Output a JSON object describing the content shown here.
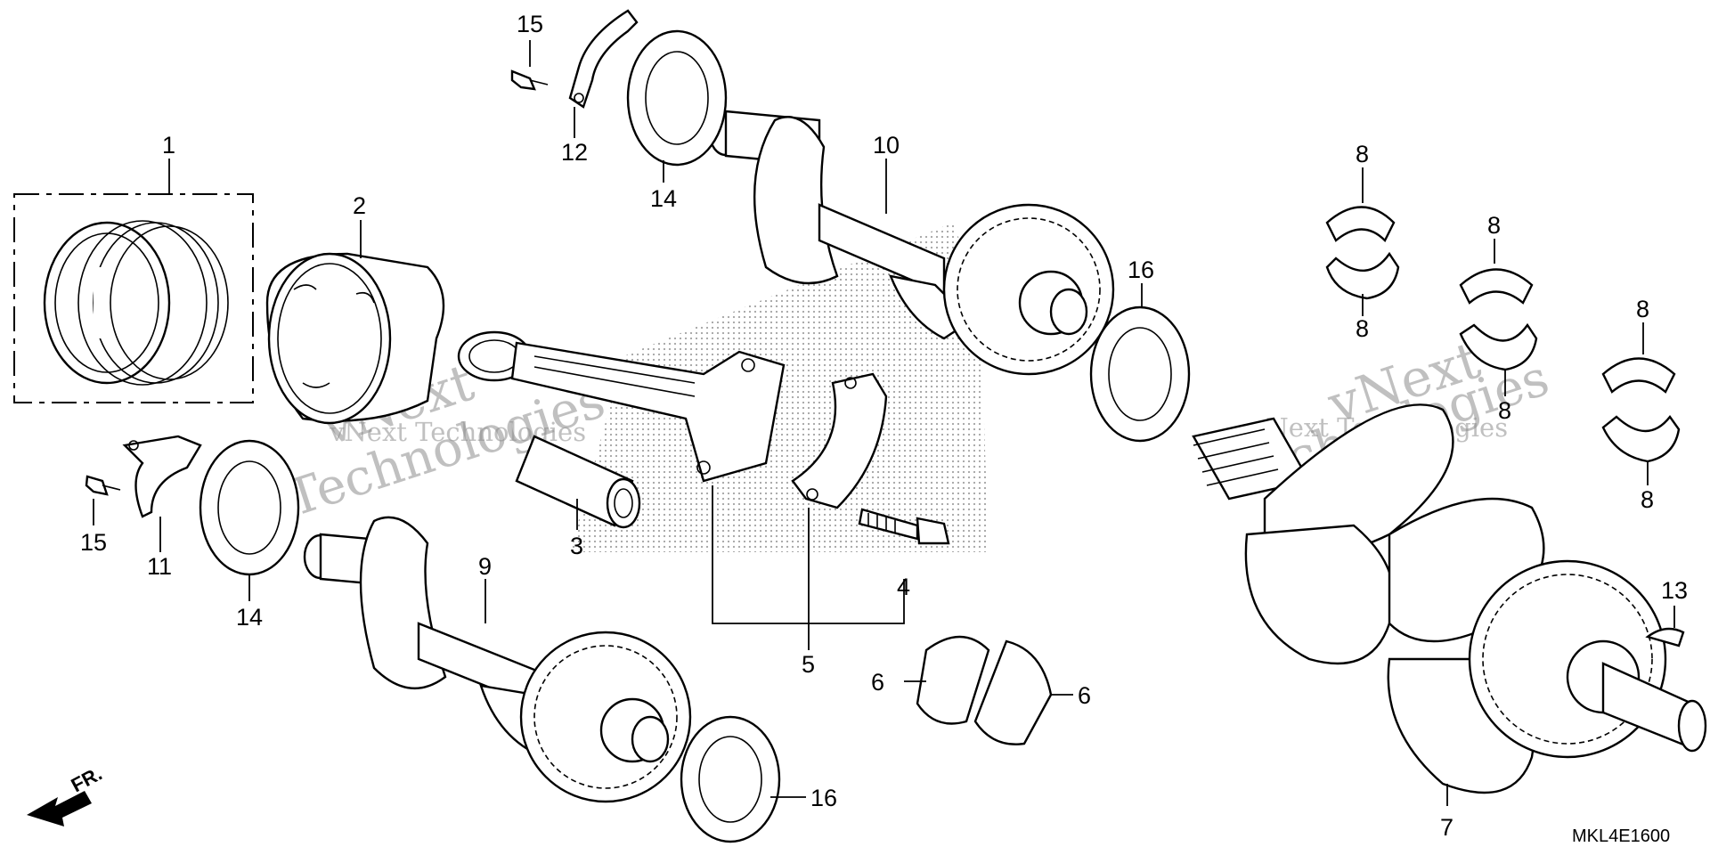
{
  "callouts": {
    "c1": "1",
    "c2": "2",
    "c3": "3",
    "c4": "4",
    "c5": "5",
    "c6a": "6",
    "c6b": "6",
    "c7": "7",
    "c8a": "8",
    "c8b": "8",
    "c8c": "8",
    "c8d": "8",
    "c8e": "8",
    "c8f": "8",
    "c9": "9",
    "c10": "10",
    "c11": "11",
    "c12": "12",
    "c13": "13",
    "c14a": "14",
    "c14b": "14",
    "c15a": "15",
    "c15b": "15",
    "c16a": "16",
    "c16b": "16"
  },
  "watermark": {
    "left_top": "vNext",
    "left_mid": "vNext Technologies",
    "left_bottom": "Technologies",
    "right_top": "vNext",
    "right_mid": "vNext Technologies",
    "right_bottom": "Technologies"
  },
  "direction_label": "FR.",
  "diagram_code": "MKL4E1600"
}
